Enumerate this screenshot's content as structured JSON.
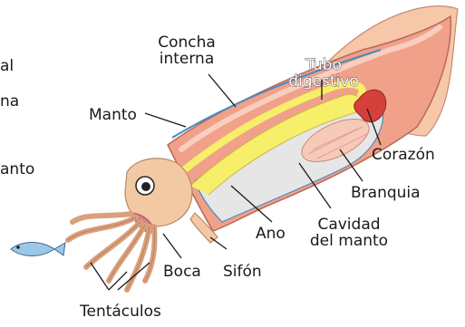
{
  "diagram": {
    "labels": {
      "concha_interna": [
        "Concha",
        "interna"
      ],
      "tubo_digestivo": [
        "Tubo",
        "digestivo"
      ],
      "manto": "Manto",
      "corazon": "Corazón",
      "branquia": "Branquia",
      "cavidad_del_manto": [
        "Cavidad",
        "del manto"
      ],
      "ano": "Ano",
      "sifon": "Sifón",
      "boca": "Boca",
      "tentaculos": "Tentáculos"
    },
    "cropped_left_text": [
      "al",
      "na",
      "anto"
    ]
  },
  "colors": {
    "mantle": "#f1a08a",
    "mantle_dark": "#e27b66",
    "fin": "#f6c7a8",
    "gut": "#f7ef6a",
    "cavity": "#e6e6e6",
    "gill": "#f7c9b9",
    "heart": "#d6403a",
    "head": "#f2c9a2",
    "fish": "#9cc7e6",
    "line": "#1a1a1a"
  }
}
